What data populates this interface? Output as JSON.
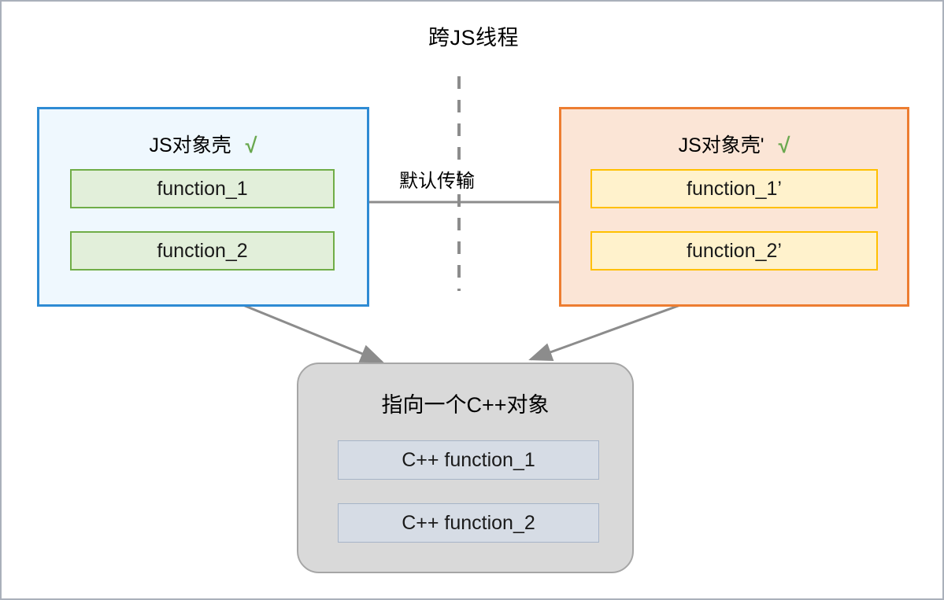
{
  "title": "跨JS线程",
  "divider": {
    "name": "thread-boundary",
    "style": "dashed"
  },
  "left_shell": {
    "label": "JS对象壳",
    "check": "√",
    "functions": [
      {
        "label": "function_1"
      },
      {
        "label": "function_2"
      }
    ]
  },
  "right_shell": {
    "label": "JS对象壳'",
    "check": "√",
    "functions": [
      {
        "label": "function_1’"
      },
      {
        "label": "function_2’"
      }
    ]
  },
  "cpp_object": {
    "label": "指向一个C++对象",
    "functions": [
      {
        "label": "C++ function_1"
      },
      {
        "label": "C++ function_2"
      }
    ]
  },
  "transfer_arrow": {
    "label": "默认传输"
  },
  "colors": {
    "page_border": "#aab0bb",
    "left_shell_border": "#2e8bd4",
    "left_shell_fill": "#eff8fe",
    "right_shell_border": "#ed7d31",
    "right_shell_fill": "#fbe5d6",
    "green_fn_border": "#70ad47",
    "green_fn_fill": "#e2efda",
    "yellow_fn_border": "#ffc000",
    "yellow_fn_fill": "#fff2cc",
    "cpp_box_border": "#a6a6a6",
    "cpp_box_fill": "#d9d9d9",
    "cpp_fn_border": "#a6b4c8",
    "cpp_fn_fill": "#d6dce5",
    "arrow": "#8c8c8c",
    "check": "#6aa84f"
  }
}
